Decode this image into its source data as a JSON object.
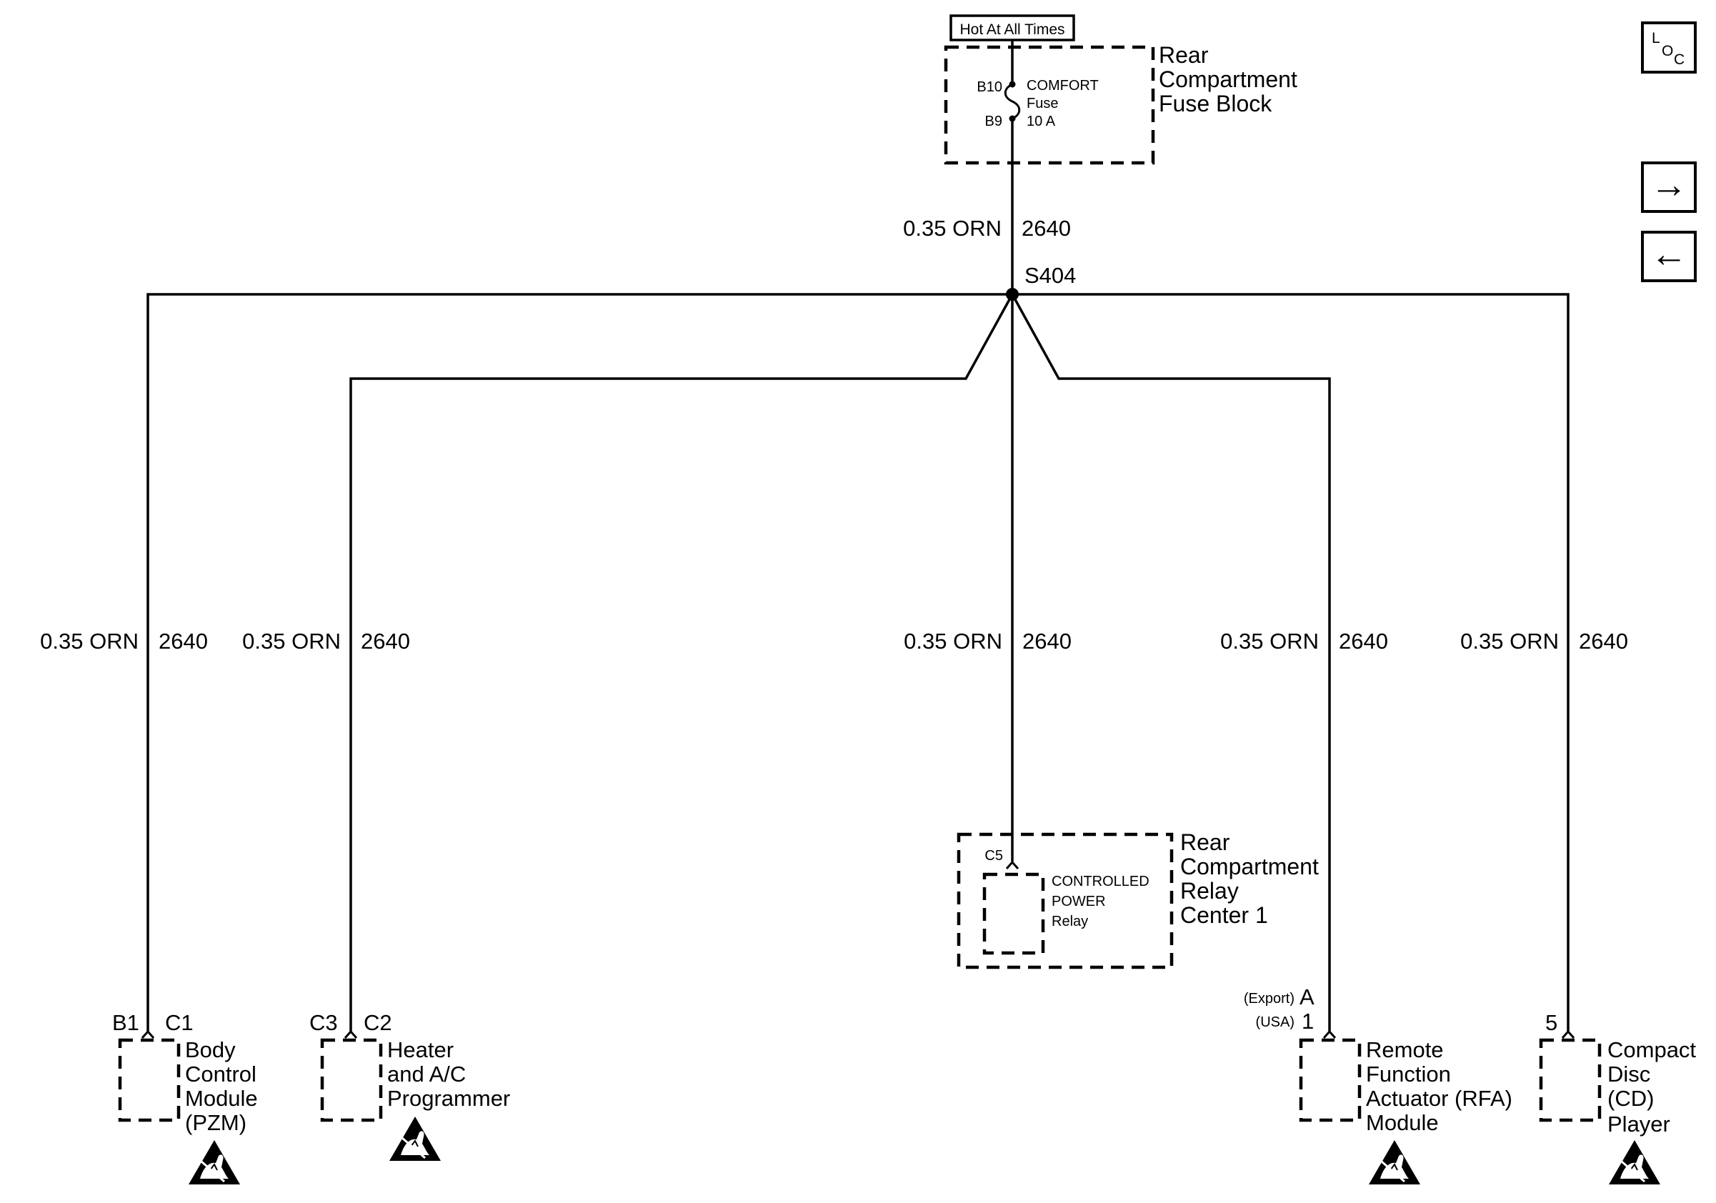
{
  "source": {
    "tag": "Hot At All Times",
    "fuse_block": [
      "Rear",
      "Compartment",
      "Fuse Block"
    ],
    "pin_in": "B10",
    "pin_out": "B9",
    "fuse": [
      "COMFORT",
      "Fuse",
      "10 A"
    ]
  },
  "wire": {
    "gauge_color": "0.35 ORN",
    "circuit": "2640"
  },
  "splice": "S404",
  "nav": {
    "loc_top": "L",
    "loc_o": "O",
    "loc_c": "C",
    "next_arrow": "→",
    "prev_arrow": "←"
  },
  "relay_center": {
    "connector": "C5",
    "title": [
      "Rear",
      "Compartment",
      "Relay",
      "Center 1"
    ],
    "relay": [
      "CONTROLLED",
      "POWER",
      "Relay"
    ]
  },
  "components": [
    {
      "connector_a": "B1",
      "connector_b": "C1",
      "name": [
        "Body",
        "Control",
        "Module",
        "(PZM)"
      ]
    },
    {
      "connector_a": "C3",
      "connector_b": "C2",
      "name": [
        "Heater",
        "and A/C",
        "Programmer"
      ]
    },
    {
      "export_label": "(Export)",
      "export_pin": "A",
      "usa_label": "(USA)",
      "usa_pin": "1",
      "name": [
        "Remote",
        "Function",
        "Actuator (RFA)",
        "Module"
      ]
    },
    {
      "pin": "5",
      "name": [
        "Compact",
        "Disc",
        "(CD)",
        "Player"
      ]
    }
  ],
  "colors": {
    "ink": "#000000",
    "background": "#ffffff"
  },
  "icons": [
    "esd-warning-icon",
    "next-arrow-icon",
    "prev-arrow-icon",
    "locator-icon"
  ]
}
